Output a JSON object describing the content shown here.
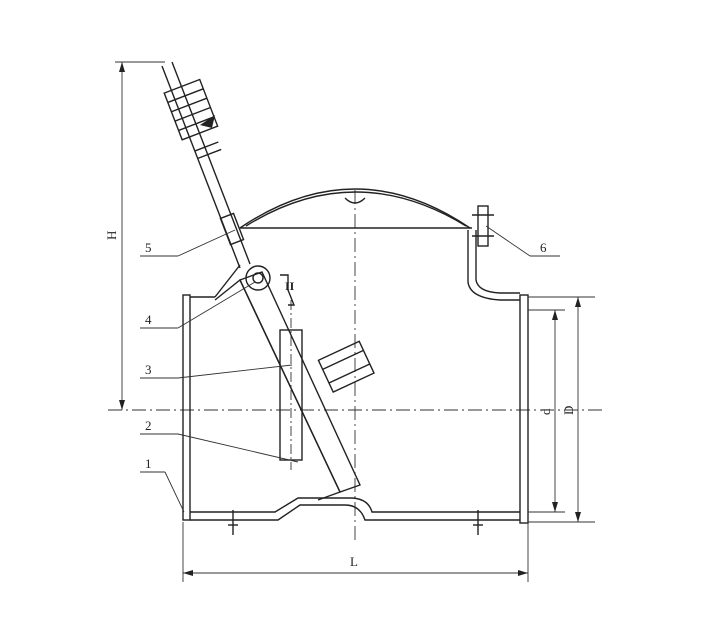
{
  "diagram": {
    "dimension_labels": {
      "H": "H",
      "d": "d",
      "D": "D",
      "L": "L"
    },
    "part_labels": [
      "1",
      "2",
      "3",
      "4",
      "5",
      "6"
    ],
    "stroke_color": "#222222",
    "background": "#ffffff"
  }
}
